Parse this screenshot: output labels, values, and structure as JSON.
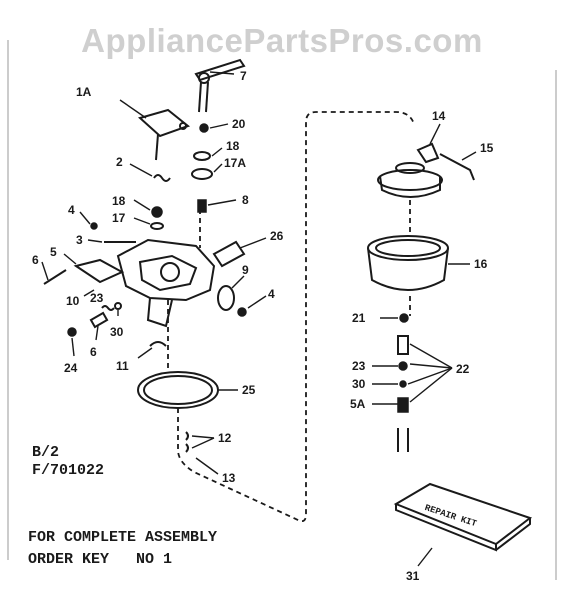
{
  "watermark": "AppliancePartsPros.com",
  "callouts": {
    "c1A": "1A",
    "c7": "7",
    "c20": "20",
    "c18a": "18",
    "c17A": "17A",
    "c2": "2",
    "c8": "8",
    "c18b": "18",
    "c17": "17",
    "c4a": "4",
    "c3": "3",
    "c26": "26",
    "c6a": "6",
    "c5": "5",
    "c9": "9",
    "c4b": "4",
    "c10": "10",
    "c23a": "23",
    "c30a": "30",
    "c6b": "6",
    "c24": "24",
    "c11": "11",
    "c25": "25",
    "c12": "12",
    "c13": "13",
    "c14": "14",
    "c15": "15",
    "c16": "16",
    "c21": "21",
    "c23b": "23",
    "c30b": "30",
    "c5A": "5A",
    "c22": "22",
    "c31": "31"
  },
  "model_code": {
    "line1": "B/2",
    "line2": "F/701022"
  },
  "footer": {
    "line1": "FOR COMPLETE ASSEMBLY",
    "line2": "ORDER KEY   NO 1"
  },
  "booklet_text": "REPAIR KIT"
}
